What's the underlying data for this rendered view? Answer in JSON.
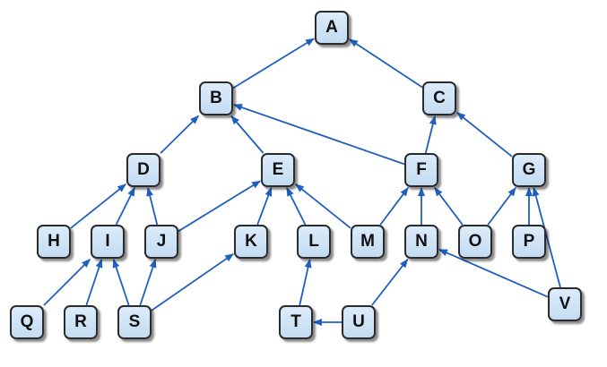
{
  "diagram": {
    "edge_color": "#1f5fbf",
    "node_fill": "#cfe3f6",
    "nodes": {
      "A": "A",
      "B": "B",
      "C": "C",
      "D": "D",
      "E": "E",
      "F": "F",
      "G": "G",
      "H": "H",
      "I": "I",
      "J": "J",
      "K": "K",
      "L": "L",
      "M": "M",
      "N": "N",
      "O": "O",
      "P": "P",
      "Q": "Q",
      "R": "R",
      "S": "S",
      "T": "T",
      "U": "U",
      "V": "V"
    },
    "edges": [
      {
        "from": "B",
        "to": "A"
      },
      {
        "from": "C",
        "to": "A"
      },
      {
        "from": "D",
        "to": "B"
      },
      {
        "from": "E",
        "to": "B"
      },
      {
        "from": "F",
        "to": "B"
      },
      {
        "from": "F",
        "to": "C"
      },
      {
        "from": "G",
        "to": "C"
      },
      {
        "from": "H",
        "to": "D"
      },
      {
        "from": "I",
        "to": "D"
      },
      {
        "from": "J",
        "to": "D"
      },
      {
        "from": "J",
        "to": "E"
      },
      {
        "from": "K",
        "to": "E"
      },
      {
        "from": "L",
        "to": "E"
      },
      {
        "from": "M",
        "to": "E"
      },
      {
        "from": "M",
        "to": "F"
      },
      {
        "from": "N",
        "to": "F"
      },
      {
        "from": "O",
        "to": "F"
      },
      {
        "from": "O",
        "to": "G"
      },
      {
        "from": "P",
        "to": "G"
      },
      {
        "from": "V",
        "to": "G"
      },
      {
        "from": "Q",
        "to": "I"
      },
      {
        "from": "R",
        "to": "I"
      },
      {
        "from": "S",
        "to": "I"
      },
      {
        "from": "S",
        "to": "J"
      },
      {
        "from": "S",
        "to": "K"
      },
      {
        "from": "T",
        "to": "L"
      },
      {
        "from": "U",
        "to": "N"
      },
      {
        "from": "U",
        "to": "T"
      },
      {
        "from": "V",
        "to": "N"
      }
    ]
  }
}
